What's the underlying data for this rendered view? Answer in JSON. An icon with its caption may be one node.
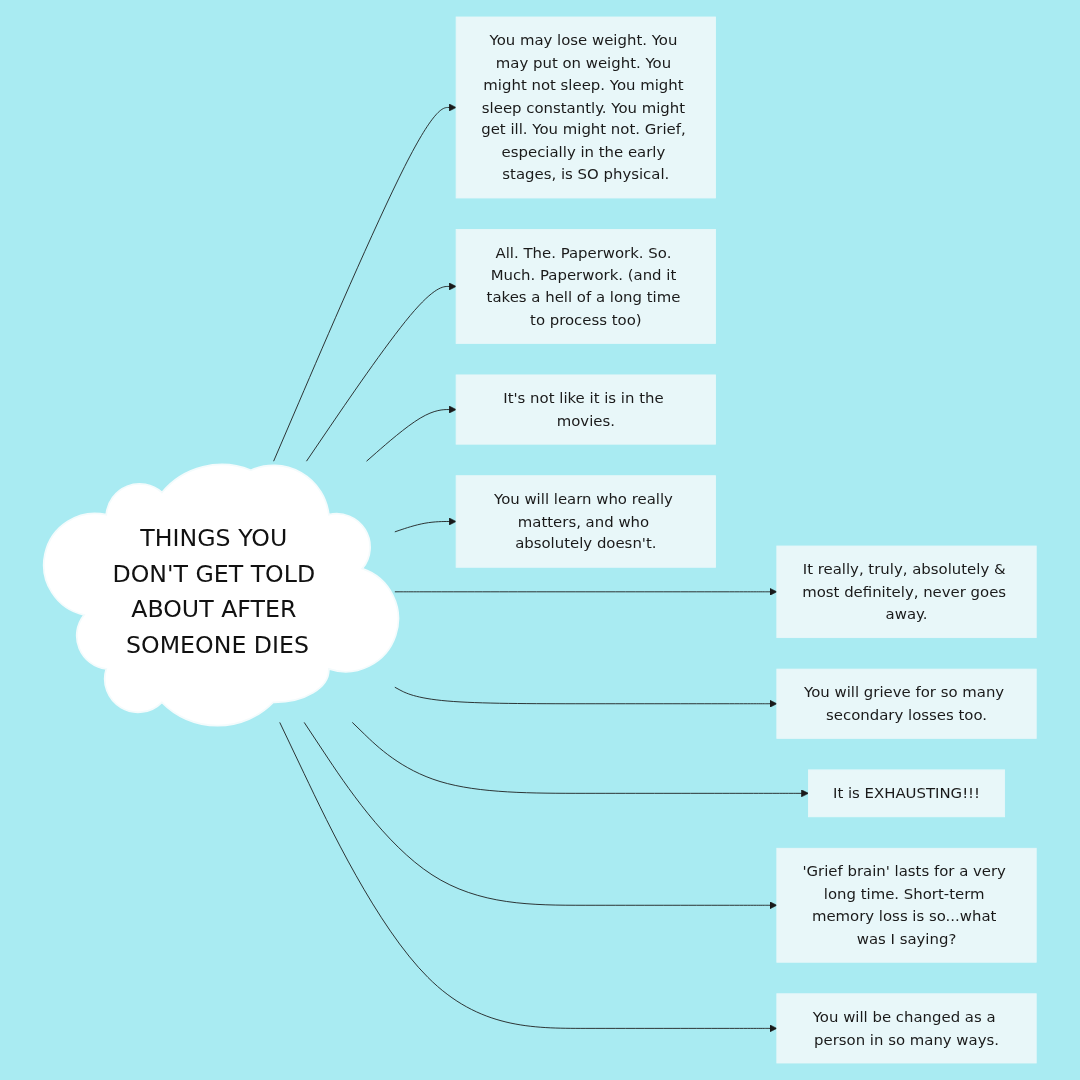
{
  "diagram": {
    "nodes": [
      {
        "text": [
          "THINGS YOU DON'T GET TOLD ABOUT AFTER SOMEONE DIES"
        ]
      },
      {
        "text": [
          "You may lose weight. You may put on weight. You might not sleep. You might sleep constantly. You might get ill. You might not. Grief, especially in the early stages, is SO physical."
        ]
      },
      {
        "text": [
          "All. The. Paperwork. So. Much. Paperwork. (and it takes a hell of a long time to process too)"
        ]
      },
      {
        "text": [
          "It's not like it is in the movies."
        ]
      },
      {
        "text": [
          "You will learn who really matters, and who absolutely doesn't."
        ]
      },
      {
        "text": [
          "It really, truly, absolutely & most definitely, never goes away."
        ]
      },
      {
        "text": [
          "You will grieve for so many secondary losses too."
        ]
      },
      {
        "text": [
          "It is EXHAUSTING!!!"
        ]
      },
      {
        "text": [
          "'Grief brain' lasts for a very long time. Short-term memory loss is so...what was I saying?"
        ]
      },
      {
        "text": [
          "You will be changed as a person in so many ways."
        ]
      }
    ],
    "edges": [
      {
        "from": 0,
        "to": 1,
        "arrow": "to"
      },
      {
        "from": 0,
        "to": 2,
        "arrow": "to"
      },
      {
        "from": 0,
        "to": 3,
        "arrow": "to"
      },
      {
        "from": 0,
        "to": 4,
        "arrow": "to"
      },
      {
        "from": 0,
        "to": 5,
        "arrow": "to"
      },
      {
        "from": 0,
        "to": 6,
        "arrow": "to"
      },
      {
        "from": 0,
        "to": 7,
        "arrow": "to"
      },
      {
        "from": 0,
        "to": 8,
        "arrow": "to"
      },
      {
        "from": 0,
        "to": 9,
        "arrow": "to"
      }
    ]
  }
}
